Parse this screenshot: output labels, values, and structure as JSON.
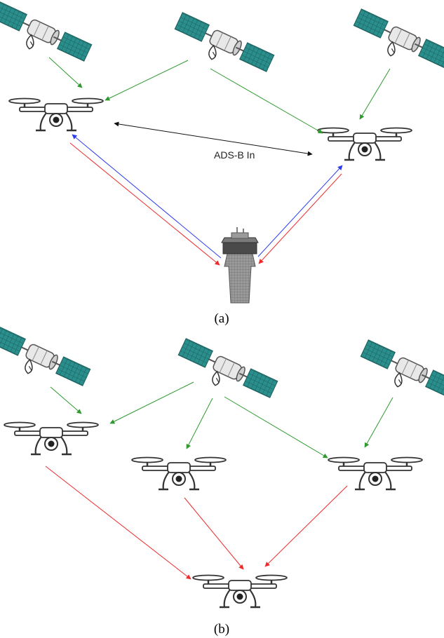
{
  "panel_a": {
    "caption": "(a)",
    "adsb_label": "ADS-B In"
  },
  "panel_b": {
    "caption": "(b)"
  },
  "colors": {
    "satellite_link": "#2e9a2e",
    "uplink": "#2b3cf0",
    "downlink": "#ee2a2a",
    "peer_link": "#111111",
    "panel_body": "#2a8f8c"
  },
  "icons": {
    "satellite": "satellite-icon",
    "drone": "drone-icon",
    "tower": "control-tower-icon"
  }
}
